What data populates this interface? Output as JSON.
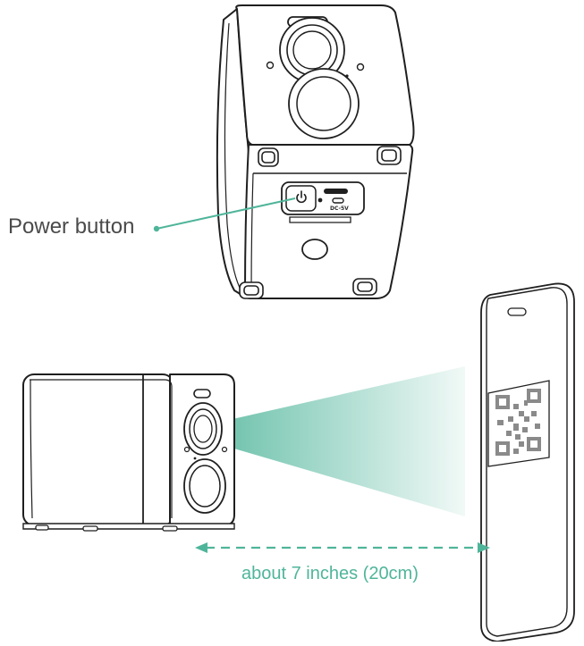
{
  "labels": {
    "power_button": "Power button",
    "distance": "about 7 inches (20cm)",
    "port_marking": "DC-5V"
  },
  "colors": {
    "accent": "#4fb59a",
    "line": "#1f1f1f",
    "beam": "#6cc9ad"
  },
  "icons": [
    "power-icon",
    "qr-code-icon"
  ]
}
